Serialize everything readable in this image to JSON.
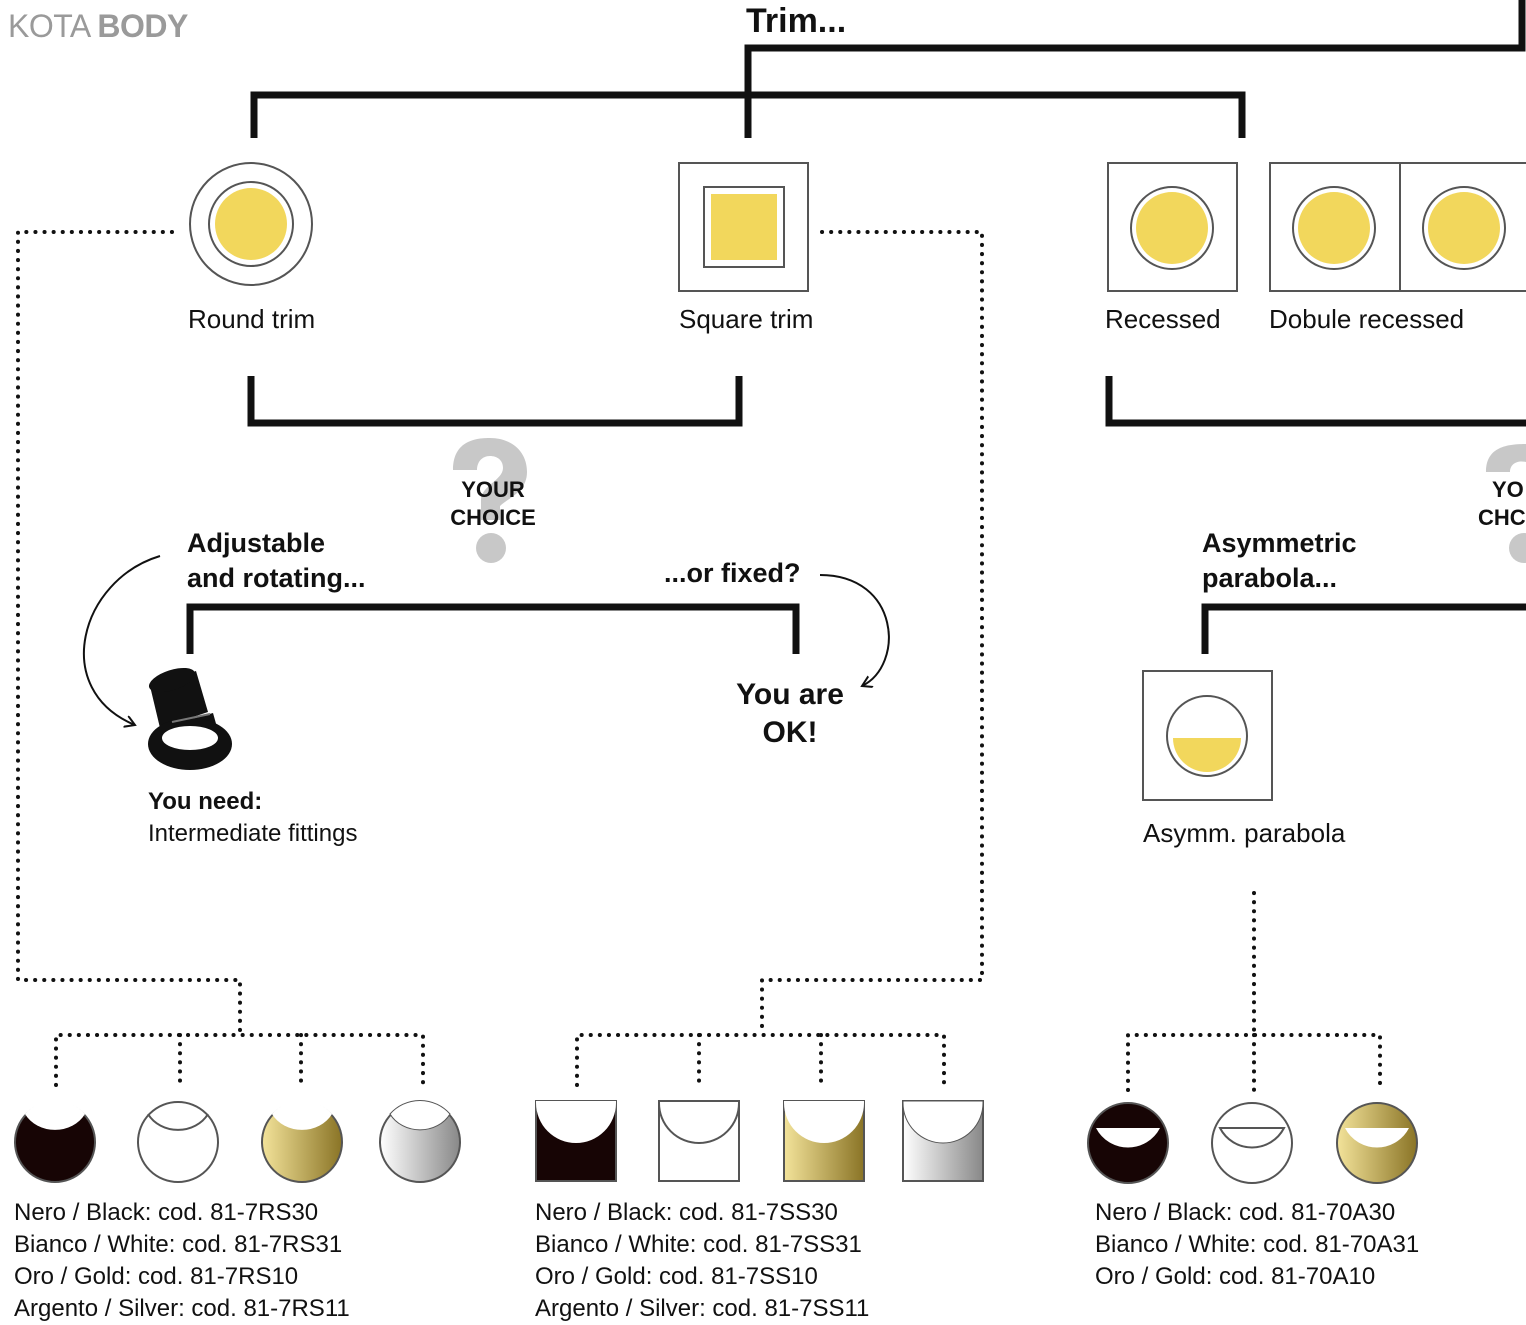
{
  "brand": {
    "prefix": "KOTA",
    "bold": "BODY"
  },
  "title": "Trim...",
  "options": {
    "round_trim": "Round trim",
    "square_trim": "Square trim",
    "recessed": "Recessed",
    "double_recessed": "Dobule recessed",
    "asymm_parabola": "Asymm. parabola"
  },
  "choice": {
    "line1": "YOUR",
    "line2": "CHOICE",
    "right_line1": "YO",
    "right_line2": "CHC"
  },
  "adjustable": {
    "line1": "Adjustable",
    "line2": "and rotating..."
  },
  "fixed": "...or fixed?",
  "you_are_ok": {
    "line1": "You are",
    "line2": "OK!"
  },
  "you_need": {
    "title": "You need:",
    "text": "Intermediate fittings"
  },
  "asymmetric": {
    "line1": "Asymmetric",
    "line2": "parabola..."
  },
  "colors": {
    "yellow": "#f2d75c",
    "black": "#170505",
    "gold": "#b9a044",
    "silver": "#a8a8a8",
    "line": "#111111",
    "outline": "#555555"
  },
  "codes": {
    "round": [
      "Nero / Black: cod. 81-7RS30",
      "Bianco / White: cod. 81-7RS31",
      "Oro / Gold: cod. 81-7RS10",
      "Argento / Silver: cod. 81-7RS11"
    ],
    "square": [
      "Nero / Black: cod. 81-7SS30",
      "Bianco / White: cod. 81-7SS31",
      "Oro / Gold: cod. 81-7SS10",
      "Argento / Silver: cod. 81-7SS11"
    ],
    "asymm": [
      "Nero / Black: cod. 81-70A30",
      "Bianco / White: cod. 81-70A31",
      "Oro / Gold: cod. 81-70A10"
    ]
  }
}
